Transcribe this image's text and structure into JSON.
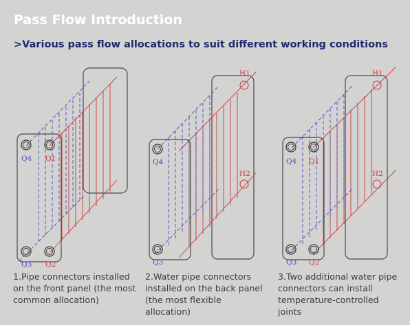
{
  "header": {
    "title": "Pass Flow Introduction",
    "subtitle": ">Various pass flow allocations to suit different working conditions"
  },
  "panels": [
    {
      "caption": "1.Pipe connectors installed on the front panel (the most common allocation)",
      "labels": {
        "q4": "Q4",
        "q1": "Q1",
        "q3": "Q3",
        "q2": "Q2"
      }
    },
    {
      "caption": "2.Water pipe connectors installed on the back panel (the most flexible allocation)",
      "labels": {
        "q4": "Q4",
        "q3": "Q3",
        "h1": "H1",
        "h2": "H2"
      }
    },
    {
      "caption": "3.Two additional water pipe connectors can install temperature-controlled joints",
      "labels": {
        "q4": "Q4",
        "q1": "Q1",
        "q3": "Q3",
        "q2": "Q2",
        "h1": "H1",
        "h2": "H2"
      }
    }
  ],
  "colors": {
    "background": "#d3d3d1",
    "title": "#ffffff",
    "subtitle": "#1c2a6e",
    "blue_flow": "#4a4ac8",
    "red_flow": "#d03a3a",
    "plate_outline": "#4a4a4a"
  }
}
